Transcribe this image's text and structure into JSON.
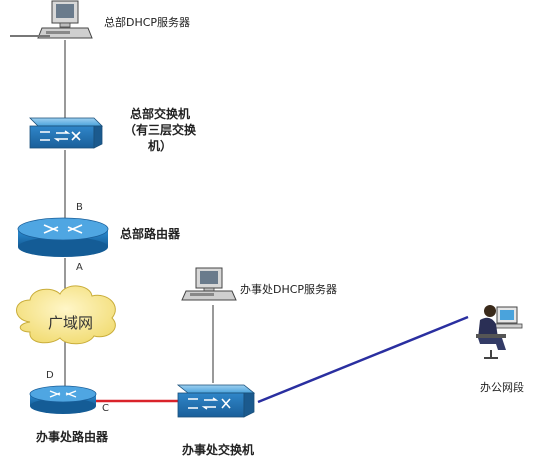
{
  "nodes": {
    "hq_dhcp_server": {
      "label": "总部DHCP服务器",
      "icon": "server-computer-icon"
    },
    "hq_switch": {
      "label_line1": "总部交换机",
      "label_line2": "（有三层交换",
      "label_line3": "机）",
      "icon": "switch-icon"
    },
    "hq_router": {
      "label": "总部路由器",
      "icon": "router-icon"
    },
    "wan": {
      "label": "广域网",
      "icon": "cloud-icon"
    },
    "branch_dhcp_server": {
      "label": "办事处DHCP服务器",
      "icon": "server-computer-icon"
    },
    "branch_router": {
      "label": "办事处路由器",
      "icon": "router-icon"
    },
    "branch_switch": {
      "label": "办事处交换机",
      "icon": "switch-icon"
    },
    "office_segment": {
      "label": "办公网段",
      "icon": "user-workstation-icon"
    }
  },
  "ports": {
    "a": "A",
    "b": "B",
    "c": "C",
    "d": "D"
  },
  "colors": {
    "switch_face": "#2f86c9",
    "router_face": "#1c7cc4",
    "cloud_fill": "#f5e7a0",
    "red_link": "#d9232a",
    "blue_link": "#2a2fa0",
    "wire": "#333333"
  }
}
